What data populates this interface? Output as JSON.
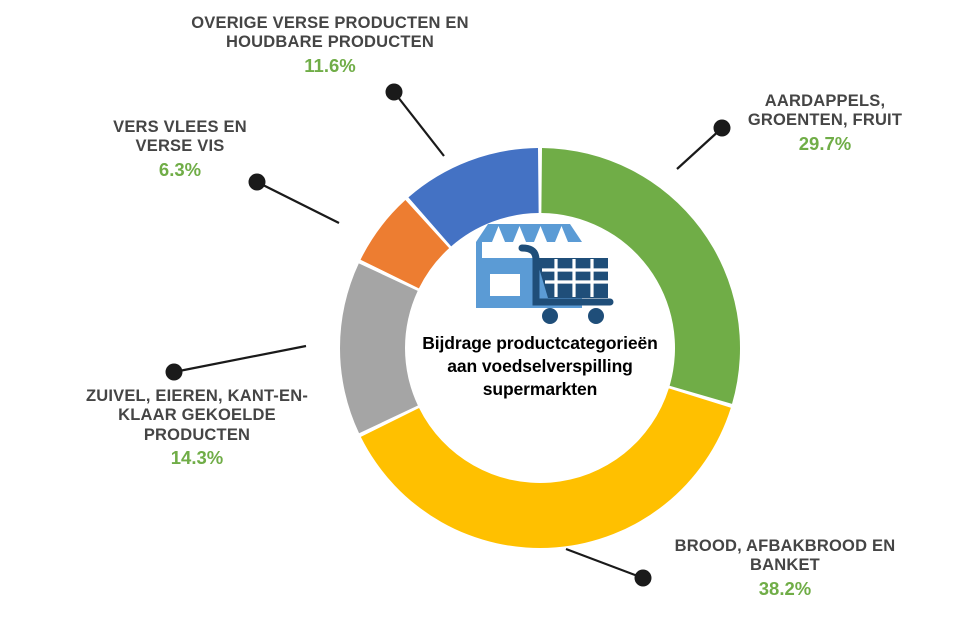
{
  "chart_data": {
    "type": "pie",
    "variant": "donut",
    "title": "Bijdrage productcategorieën aan voedselverspilling supermarkten",
    "center_label": "Bijdrage productcategorieën\naan voedselverspilling\nsupermarkten",
    "center_icon": "storefront-shopping-cart-icon",
    "unit": "%",
    "start_angle_deg": 0,
    "direction": "clockwise",
    "legend": "callout-labels",
    "categories": [
      "AARDAPPELS, GROENTEN, FRUIT",
      "BROOD, AFBAKBROOD EN BANKET",
      "ZUIVEL, EIEREN, KANT-EN-KLAAR GEKOELDE PRODUCTEN",
      "VERS VLEES EN VERSE VIS",
      "OVERIGE VERSE PRODUCTEN EN HOUDBARE PRODUCTEN"
    ],
    "values": [
      29.7,
      38.2,
      14.3,
      6.3,
      11.6
    ],
    "colors": [
      "#70AD47",
      "#FFC000",
      "#A5A5A5",
      "#ED7D31",
      "#4472C4"
    ],
    "slices": [
      {
        "label": "AARDAPPELS,\nGROENTEN, FRUIT",
        "value": 29.7,
        "value_text": "29.7%",
        "color": "#70AD47"
      },
      {
        "label": "BROOD, AFBAKBROOD EN\nBANKET",
        "value": 38.2,
        "value_text": "38.2%",
        "color": "#FFC000"
      },
      {
        "label": "ZUIVEL, EIEREN, KANT-EN-\nKLAAR GEKOELDE\nPRODUCTEN",
        "value": 14.3,
        "value_text": "14.3%",
        "color": "#A5A5A5"
      },
      {
        "label": "VERS VLEES EN\nVERSE VIS",
        "value": 6.3,
        "value_text": "6.3%",
        "color": "#ED7D31"
      },
      {
        "label": "OVERIGE VERSE PRODUCTEN EN\nHOUDBARE PRODUCTEN",
        "value": 11.6,
        "value_text": "11.6%",
        "color": "#4472C4"
      }
    ]
  },
  "style": {
    "label_text_color": "#454545",
    "percent_text_color": "#70AD47",
    "center_text_color": "#000000",
    "leader_color": "#1A1A1A",
    "background": "#ffffff",
    "icon_store_color": "#5B9BD5",
    "icon_cart_color": "#1F4E79"
  }
}
